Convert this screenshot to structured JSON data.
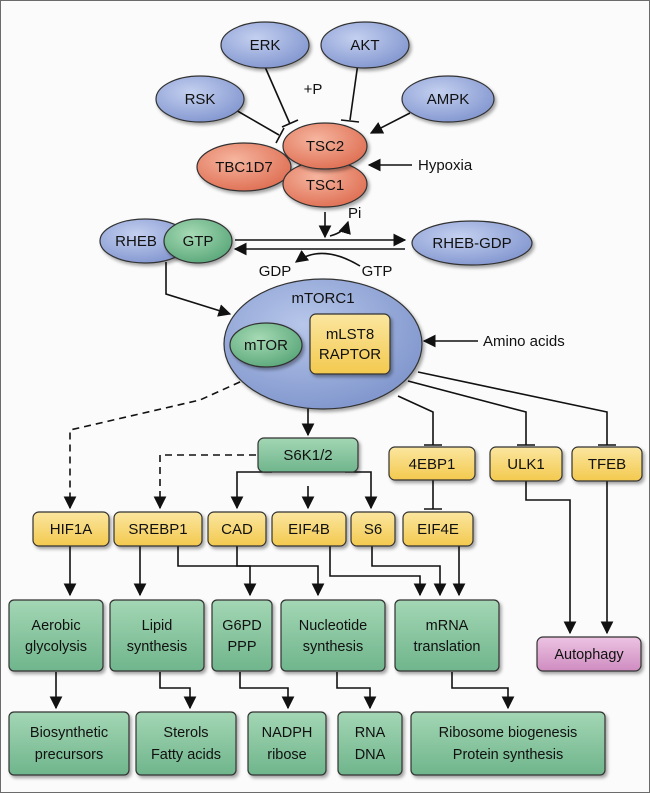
{
  "nodes": {
    "erk": "ERK",
    "akt": "AKT",
    "rsk": "RSK",
    "ampk": "AMPK",
    "phospho": "+P",
    "tsc2": "TSC2",
    "tbc1d7": "TBC1D7",
    "tsc1": "TSC1",
    "hypoxia": "Hypoxia",
    "pi": "Pi",
    "rheb": "RHEB",
    "gtp": "GTP",
    "rheb_gdp": "RHEB-GDP",
    "gdp_label": "GDP",
    "gtp_label": "GTP",
    "mtorc1": "mTORC1",
    "mtor": "mTOR",
    "mlst8": "mLST8",
    "raptor": "RAPTOR",
    "amino_acids": "Amino acids",
    "s6k": "S6K1/2",
    "fourebp1": "4EBP1",
    "ulk1": "ULK1",
    "tfeb": "TFEB",
    "hif1a": "HIF1A",
    "srebp1": "SREBP1",
    "cad": "CAD",
    "eif4b": "EIF4B",
    "s6": "S6",
    "eif4e": "EIF4E"
  },
  "processes": {
    "aerobic_1": "Aerobic",
    "aerobic_2": "glycolysis",
    "lipid_1": "Lipid",
    "lipid_2": "synthesis",
    "g6pd_1": "G6PD",
    "g6pd_2": "PPP",
    "nucleotide_1": "Nucleotide",
    "nucleotide_2": "synthesis",
    "mrna_1": "mRNA",
    "mrna_2": "translation",
    "autophagy": "Autophagy"
  },
  "outputs": {
    "biosynthetic_1": "Biosynthetic",
    "biosynthetic_2": "precursors",
    "sterols_1": "Sterols",
    "sterols_2": "Fatty acids",
    "nadph_1": "NADPH",
    "nadph_2": "ribose",
    "rna_1": "RNA",
    "rna_2": "DNA",
    "ribosome_1": "Ribosome biogenesis",
    "ribosome_2": "Protein synthesis"
  },
  "colors": {
    "blue_kinase": "#8fa3d8",
    "orange_tsc": "#e9836b",
    "green": "#6fb88a",
    "yellow": "#f7d36a",
    "process_green": "#7ec39a",
    "autophagy_purple": "#d9a0cc"
  }
}
